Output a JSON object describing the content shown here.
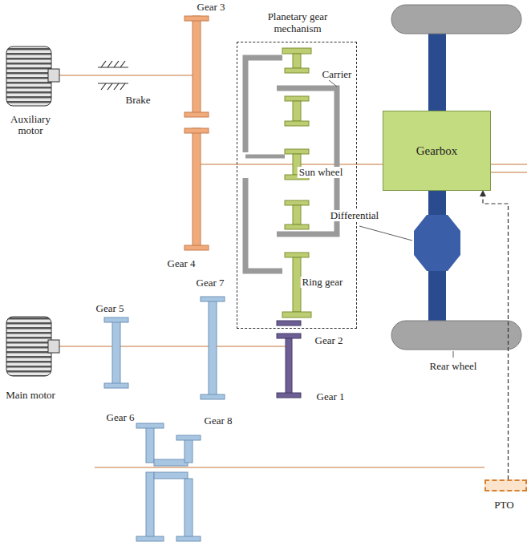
{
  "diagram": {
    "nodes": [
      {
        "text": [
          "Planetary gear mechanism"
        ]
      },
      {
        "text": [
          "Gearbox"
        ]
      },
      {
        "text": [
          "PTO"
        ]
      }
    ],
    "edges": [
      {
        "from": 2,
        "to": 1,
        "arrow": "to"
      }
    ],
    "labels": [
      "Gear 3",
      "Auxiliary motor",
      "Brake",
      "Carrier",
      "Sun wheel",
      "Gear 4",
      "Ring gear",
      "Gear 5",
      "Gear 7",
      "Gear 2",
      "Differential",
      "Rear wheel",
      "Main motor",
      "Gear 1",
      "Gear 6",
      "Gear 8"
    ]
  }
}
